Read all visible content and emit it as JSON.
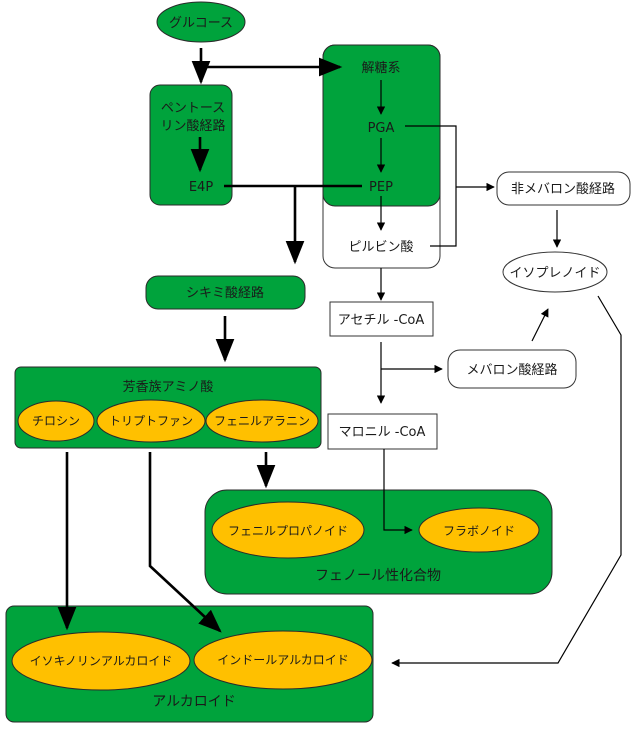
{
  "colors": {
    "pathway_fill": "#00a33c",
    "compound_fill": "#ffc000",
    "neutral_fill": "#ffffff",
    "line": "#000000"
  },
  "nodes": {
    "glucose": "グルコース",
    "glycolysis": "解糖系",
    "pga": "PGA",
    "pep": "PEP",
    "pyruvate": "ピルビン酸",
    "pentose_line1": "ペントース",
    "pentose_line2": "リン酸経路",
    "e4p": "E4P",
    "non_mevalonate": "非メバロン酸経路",
    "isoprenoid": "イソプレノイド",
    "shikimate": "シキミ酸経路",
    "acetyl_coa": "アセチル -CoA",
    "mevalonate": "メバロン酸経路",
    "malonyl_coa": "マロニル -CoA",
    "aromatic_amino_acids": "芳香族アミノ酸",
    "tyrosine": "チロシン",
    "tryptophan": "トリプトファン",
    "phenylalanine": "フェニルアラニン",
    "phenylpropanoid": "フェニルプロパノイド",
    "flavonoid": "フラボノイド",
    "phenolic_compounds": "フェノール性化合物",
    "isoquinoline_alkaloid": "イソキノリンアルカロイド",
    "indole_alkaloid": "インドールアルカロイド",
    "alkaloid": "アルカロイド"
  }
}
